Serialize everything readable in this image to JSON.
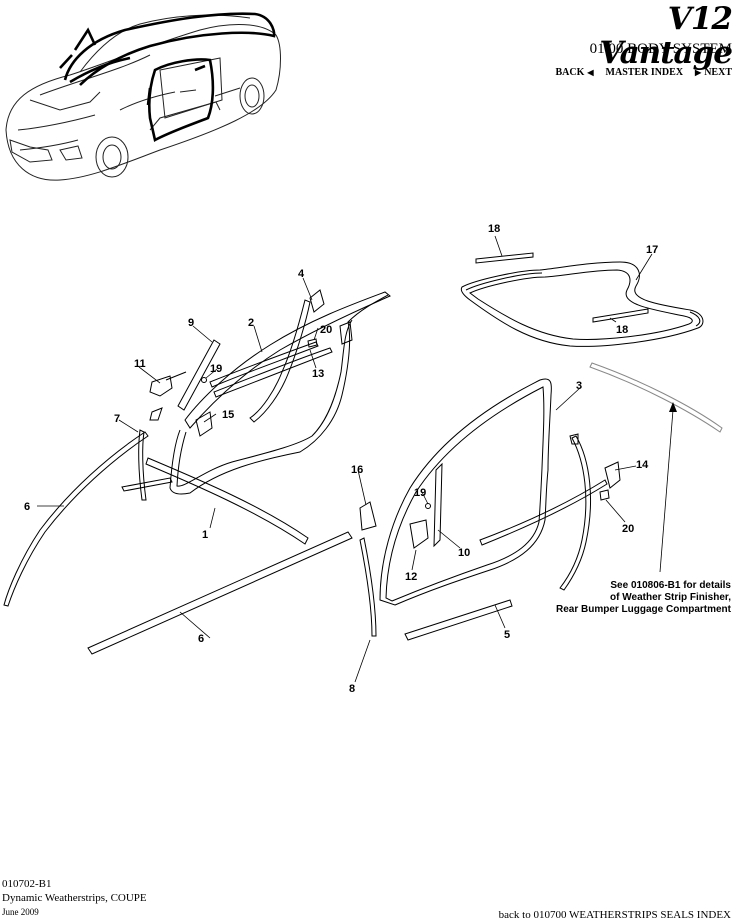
{
  "header": {
    "brand_title": "V12 Vantage",
    "section_title": "01.00 BODY SYSTEM",
    "nav": {
      "back": "BACK",
      "master_index": "MASTER INDEX",
      "next": "NEXT"
    }
  },
  "diagram": {
    "callouts": [
      "1",
      "2",
      "3",
      "4",
      "5",
      "6",
      "6",
      "7",
      "8",
      "9",
      "10",
      "11",
      "12",
      "13",
      "14",
      "15",
      "16",
      "17",
      "18",
      "18",
      "19",
      "19",
      "20",
      "20"
    ],
    "note_lines": [
      "See 010806-B1 for details",
      "of Weather Strip Finisher,",
      "Rear  Bumper Luggage Compartment"
    ]
  },
  "footer": {
    "code": "010702-B1",
    "title": "Dynamic Weatherstrips, COUPE",
    "date": "June 2009",
    "back_link": "back to 010700 WEATHERSTRIPS SEALS INDEX"
  }
}
